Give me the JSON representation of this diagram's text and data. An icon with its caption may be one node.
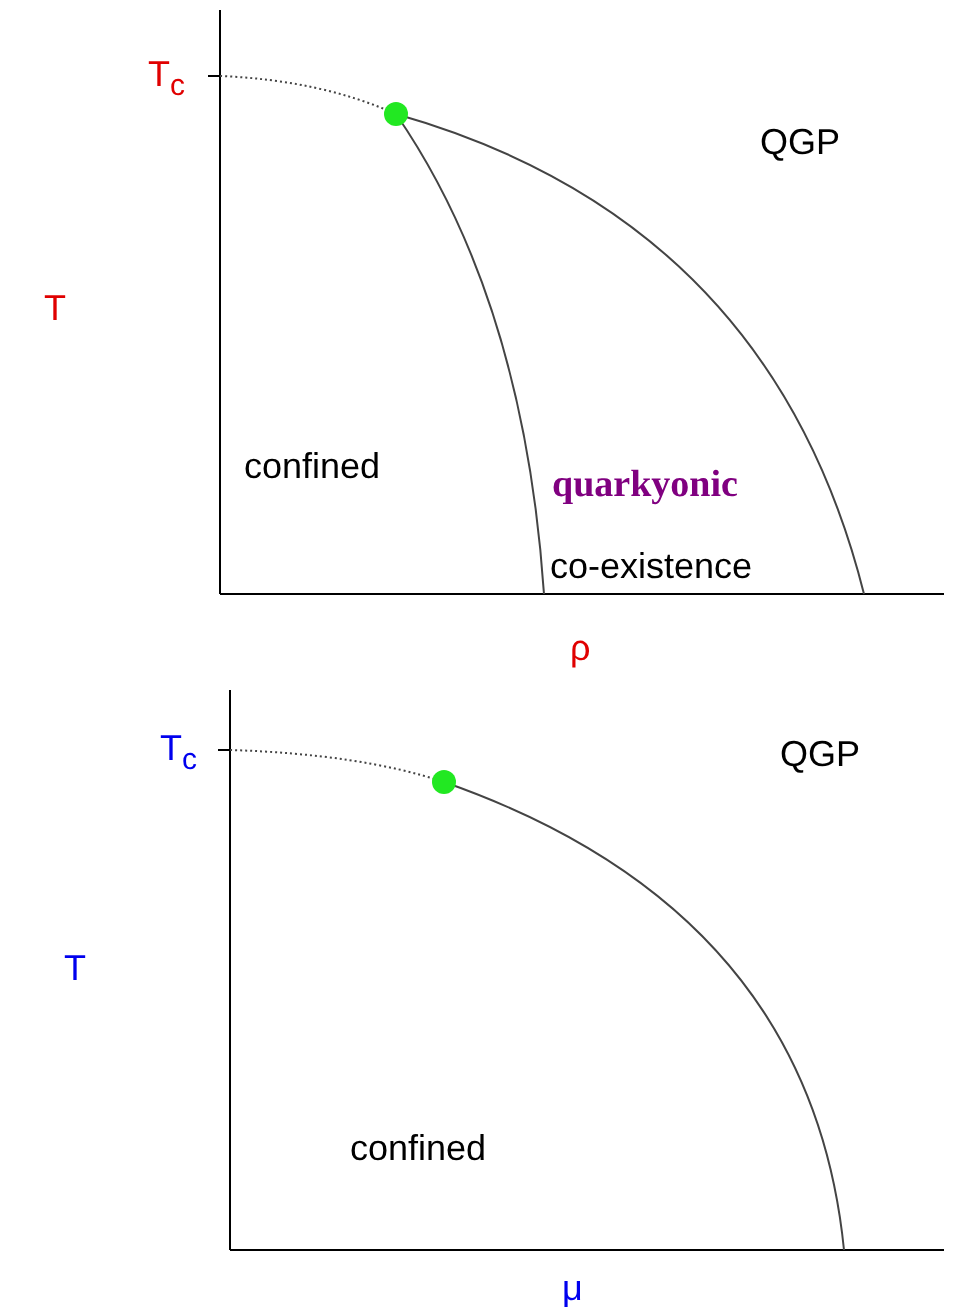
{
  "diagram": {
    "labels": [
      "T$_{c}$",
      "T",
      "QGP",
      "confined",
      "quarkyonic",
      "co-existence",
      "ρ",
      "T$_{c}$",
      "T",
      "QGP",
      "confined",
      "μ"
    ]
  }
}
